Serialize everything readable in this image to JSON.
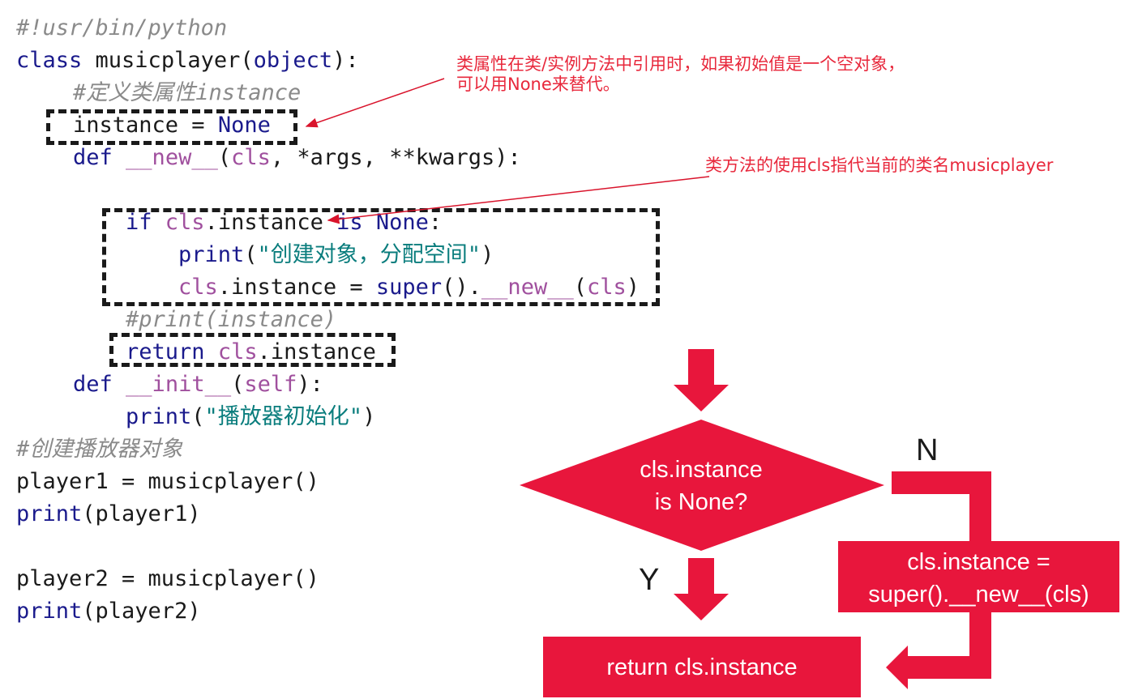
{
  "code": {
    "shebang": "#!usr/bin/python",
    "class_kw": "class",
    "class_name": " musicplayer(",
    "object_kw": "object",
    "class_end": "):",
    "comment_define": "#定义类属性instance",
    "instance_lhs": "instance = ",
    "none_kw": "None",
    "def_kw": "def",
    "new_name": "__new__",
    "new_open": "(",
    "cls_kw": "cls",
    "new_args": ", *args, **kwargs):",
    "if_kw": "if",
    "if_mid": ".instance ",
    "is_kw": "is",
    "if_none": " None",
    "if_end": ":",
    "print_kw": "print",
    "print_open": "(",
    "create_str": "\"创建对象，分配空间\"",
    "print_close": ")",
    "assign_mid": ".instance = ",
    "super_kw": "super",
    "super_call": "().",
    "assign_close": ")",
    "comment_print": "#print(instance)",
    "return_kw": "return",
    "return_tail": ".instance",
    "init_name": "__init__",
    "self_kw": "self",
    "init_end": "):",
    "init_str": "\"播放器初始化\"",
    "comment_create": "#创建播放器对象",
    "player1_assign": "player1 = musicplayer()",
    "player1_arg": "(player1)",
    "player2_assign": "player2 = musicplayer()",
    "player2_arg": "(player2)"
  },
  "notes": {
    "note1": "类属性在类/实例方法中引用时，如果初始值是一个空对象，\n可以用None来替代。",
    "note2": "类方法的使用cls指代当前的类名musicplayer"
  },
  "flowchart": {
    "decision": "cls.instance\nis None?",
    "yes_label": "Y",
    "no_label": "N",
    "create_box": "cls.instance =\nsuper().__new__(cls)",
    "return_box": "return cls.instance"
  },
  "colors": {
    "accent": "#e8163c",
    "note": "#e8283c"
  }
}
